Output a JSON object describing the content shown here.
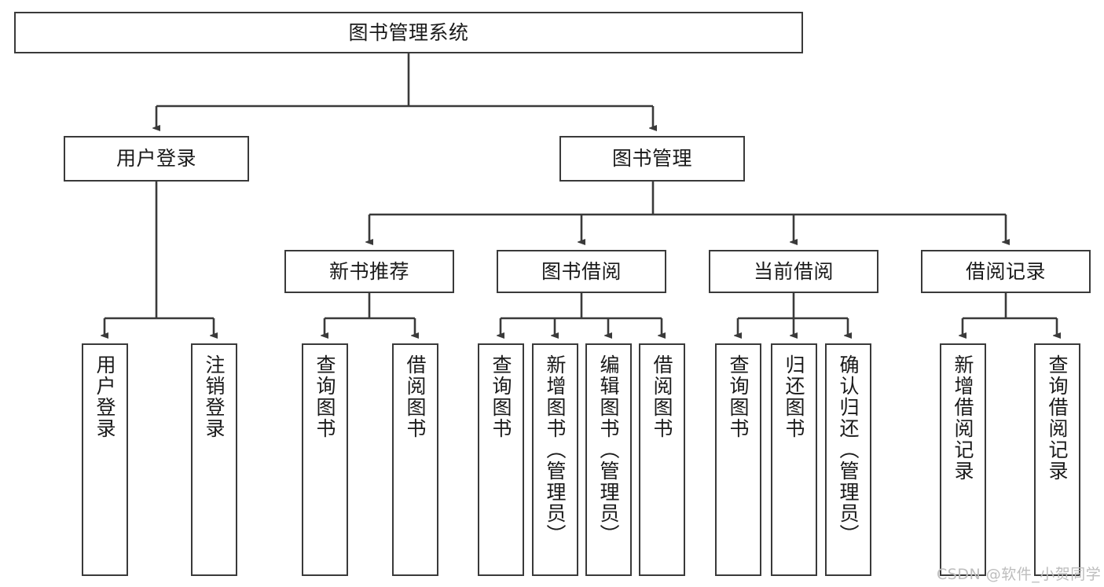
{
  "diagram": {
    "title": "图书管理系统",
    "type": "tree-hierarchy-diagram",
    "root": {
      "label": "图书管理系统"
    },
    "level2": [
      {
        "label": "用户登录"
      },
      {
        "label": "图书管理"
      }
    ],
    "level3": [
      {
        "label": "新书推荐"
      },
      {
        "label": "图书借阅"
      },
      {
        "label": "当前借阅"
      },
      {
        "label": "借阅记录"
      }
    ],
    "leaves": {
      "user_login": [
        {
          "label": "用户登录"
        },
        {
          "label": "注销登录"
        }
      ],
      "new_book_recommend": [
        {
          "label": "查询图书"
        },
        {
          "label": "借阅图书"
        }
      ],
      "book_borrow": [
        {
          "label": "查询图书"
        },
        {
          "label": "新增图书（管理员）"
        },
        {
          "label": "编辑图书（管理员）"
        },
        {
          "label": "借阅图书"
        }
      ],
      "current_borrow": [
        {
          "label": "查询图书"
        },
        {
          "label": "归还图书"
        },
        {
          "label": "确认归还（管理员）"
        }
      ],
      "borrow_record": [
        {
          "label": "新增借阅记录"
        },
        {
          "label": "查询借阅记录"
        }
      ]
    }
  },
  "watermark": {
    "text": "CSDN @软件_小贺同学"
  },
  "colors": {
    "stroke": "#3a3a3a",
    "background": "#ffffff",
    "text": "#1a1a1a",
    "watermark": "#bdbdbd"
  }
}
